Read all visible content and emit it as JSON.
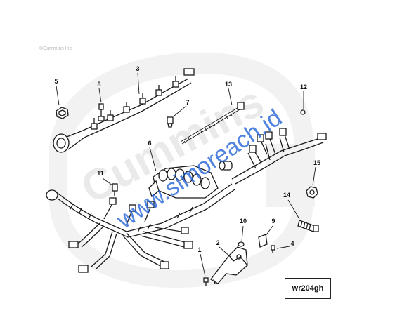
{
  "copyright": "©Cummins Inc",
  "figure_id": "wr204gh",
  "watermark": "www.simoreach.id",
  "background_logo": "Cummins",
  "callouts": [
    "1",
    "2",
    "3",
    "4",
    "5",
    "6",
    "7",
    "8",
    "9",
    "10",
    "11",
    "12",
    "13",
    "14",
    "15"
  ],
  "colors": {
    "line": "#1a1a1a",
    "watermark": "#1f5fd6",
    "logo_bg": "#eeeeee"
  }
}
